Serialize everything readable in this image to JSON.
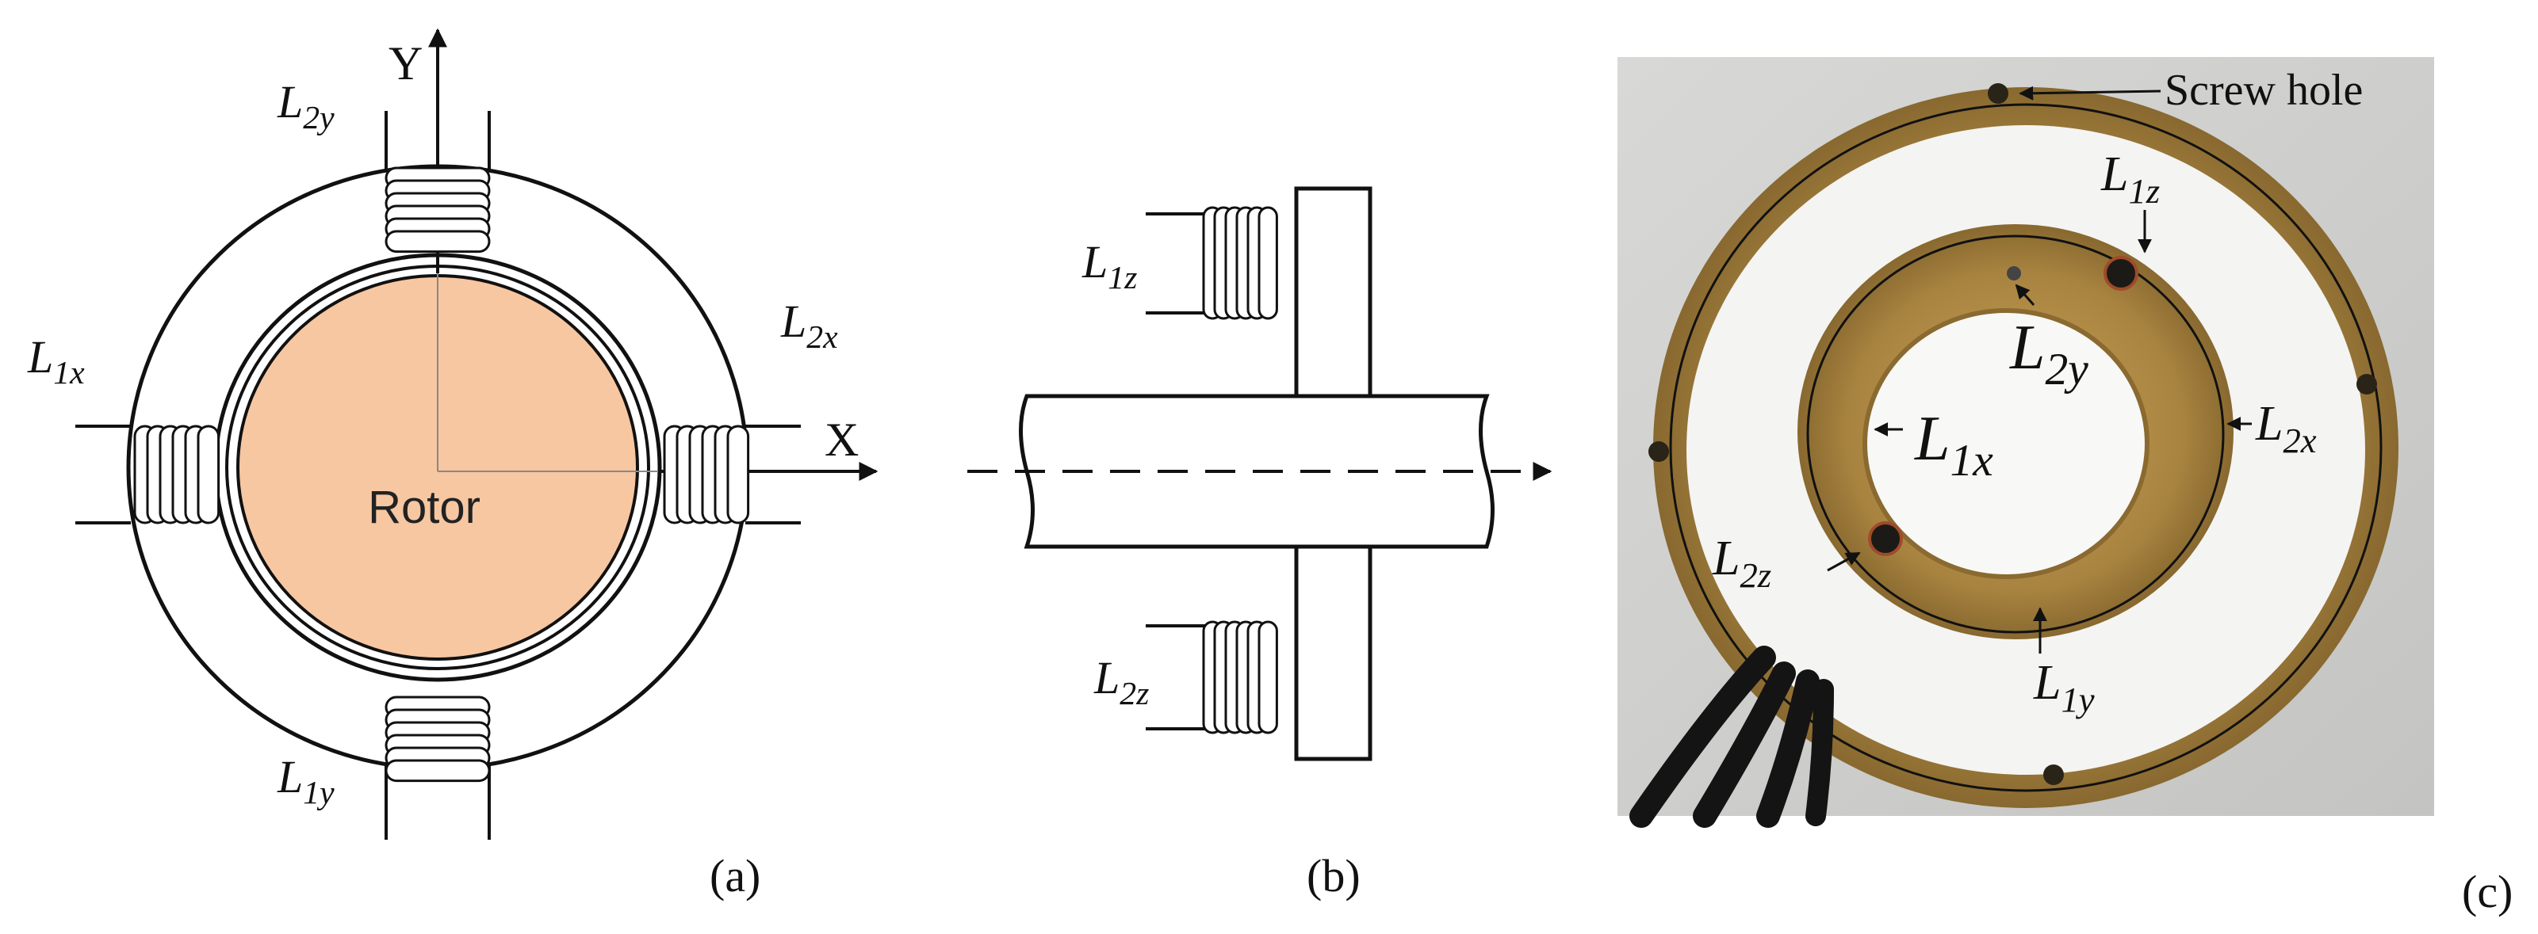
{
  "panel_a": {
    "axis_y": "Y",
    "axis_x": "X",
    "rotor_label": "Rotor",
    "rotor_color": "#f7c7a2",
    "coils": {
      "top": {
        "letter": "L",
        "sub": "2y"
      },
      "bottom": {
        "letter": "L",
        "sub": "1y"
      },
      "left": {
        "letter": "L",
        "sub": "1x"
      },
      "right": {
        "letter": "L",
        "sub": "2x"
      }
    },
    "caption": "(a)"
  },
  "panel_b": {
    "coils": {
      "upper": {
        "letter": "L",
        "sub": "1z"
      },
      "lower": {
        "letter": "L",
        "sub": "2z"
      }
    },
    "caption": "(b)"
  },
  "panel_c": {
    "screw_hole": "Screw hole",
    "labels": {
      "l1z": {
        "letter": "L",
        "sub": "1z"
      },
      "l2y": {
        "letter": "L",
        "sub": "2y"
      },
      "l1x": {
        "letter": "L",
        "sub": "1x"
      },
      "l2x": {
        "letter": "L",
        "sub": "2x"
      },
      "l2z": {
        "letter": "L",
        "sub": "2z"
      },
      "l1y": {
        "letter": "L",
        "sub": "1y"
      }
    },
    "brass_color": "#b08d45",
    "caption": "(c)"
  }
}
